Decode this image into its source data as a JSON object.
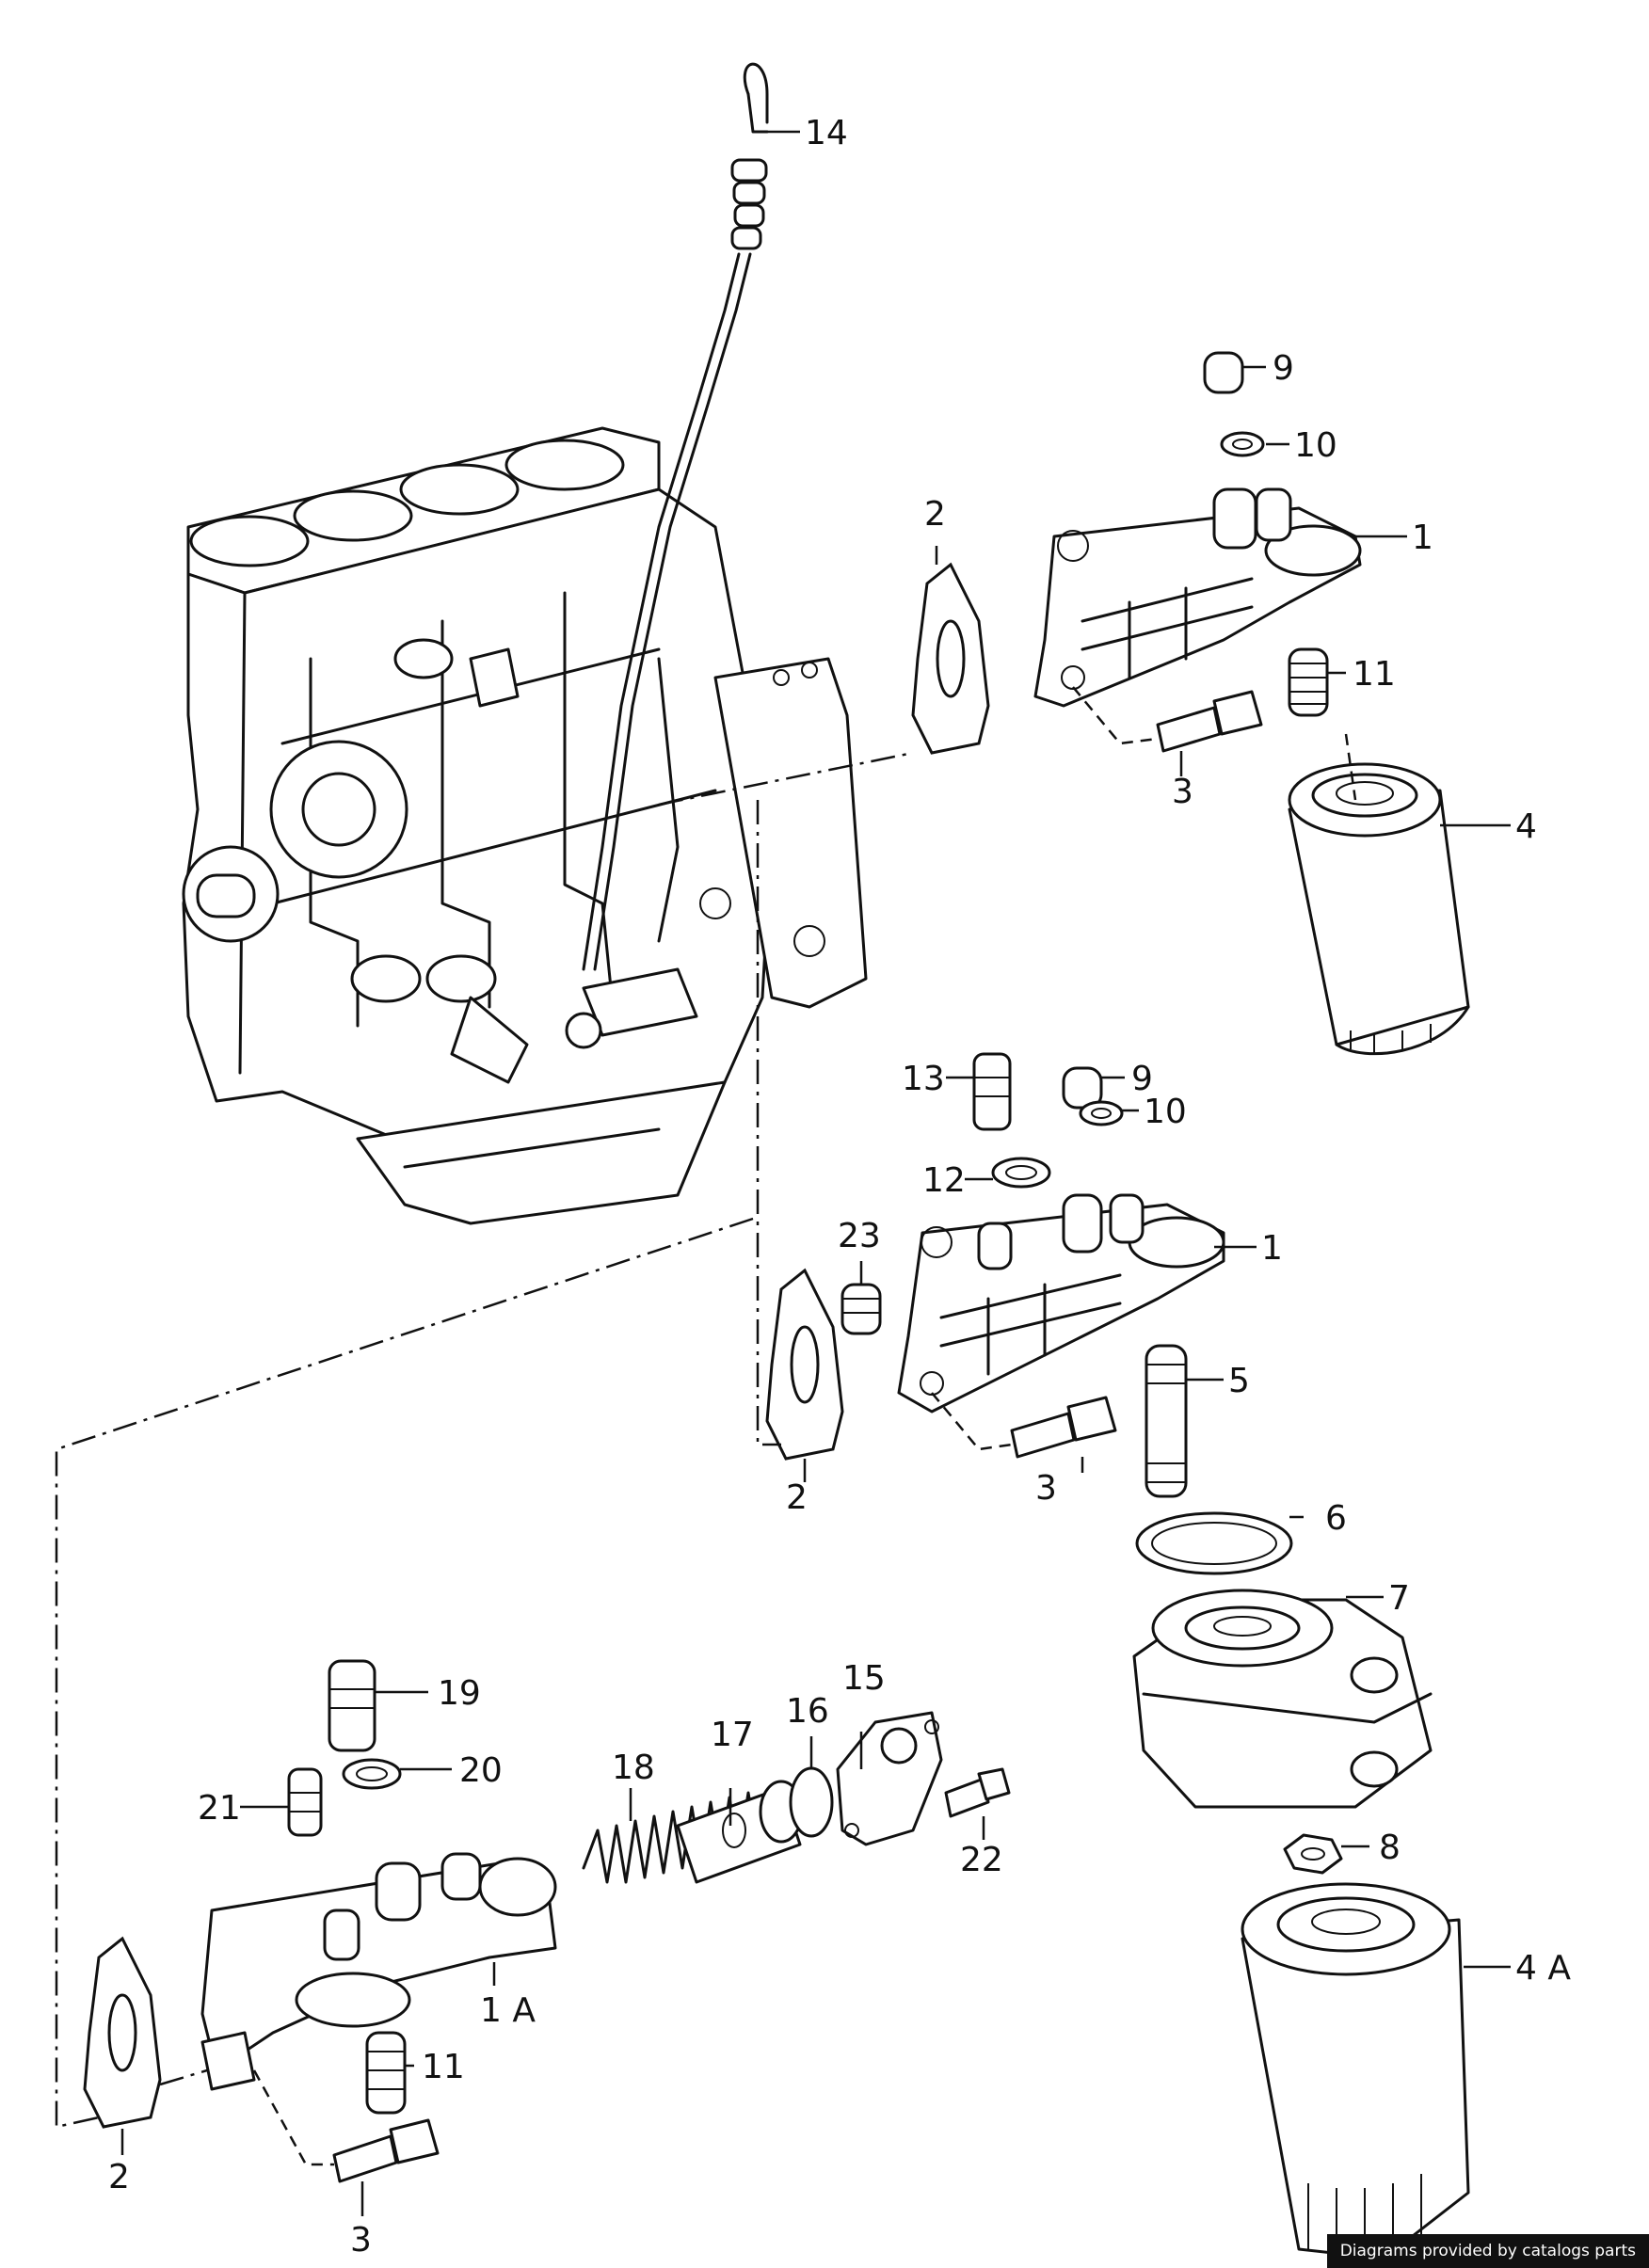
{
  "credit": "Diagrams provided by catalogs parts",
  "callouts": {
    "c14": "14",
    "c9a": "9",
    "c10a": "10",
    "c1a": "1",
    "c2a": "2",
    "c11a": "11",
    "c3a": "3",
    "c4": "4",
    "c9b": "9",
    "c13": "13",
    "c10b": "10",
    "c12": "12",
    "c1b": "1",
    "c23": "23",
    "c5": "5",
    "c2b": "2",
    "c3b": "3",
    "c6": "6",
    "c7": "7",
    "c15": "15",
    "c16": "16",
    "c17": "17",
    "c18": "18",
    "c19": "19",
    "c20": "20",
    "c21": "21",
    "c22": "22",
    "c1A": "1 A",
    "c8": "8",
    "c4A": "4 A",
    "c11b": "11",
    "c2c": "2",
    "c3c": "3"
  }
}
